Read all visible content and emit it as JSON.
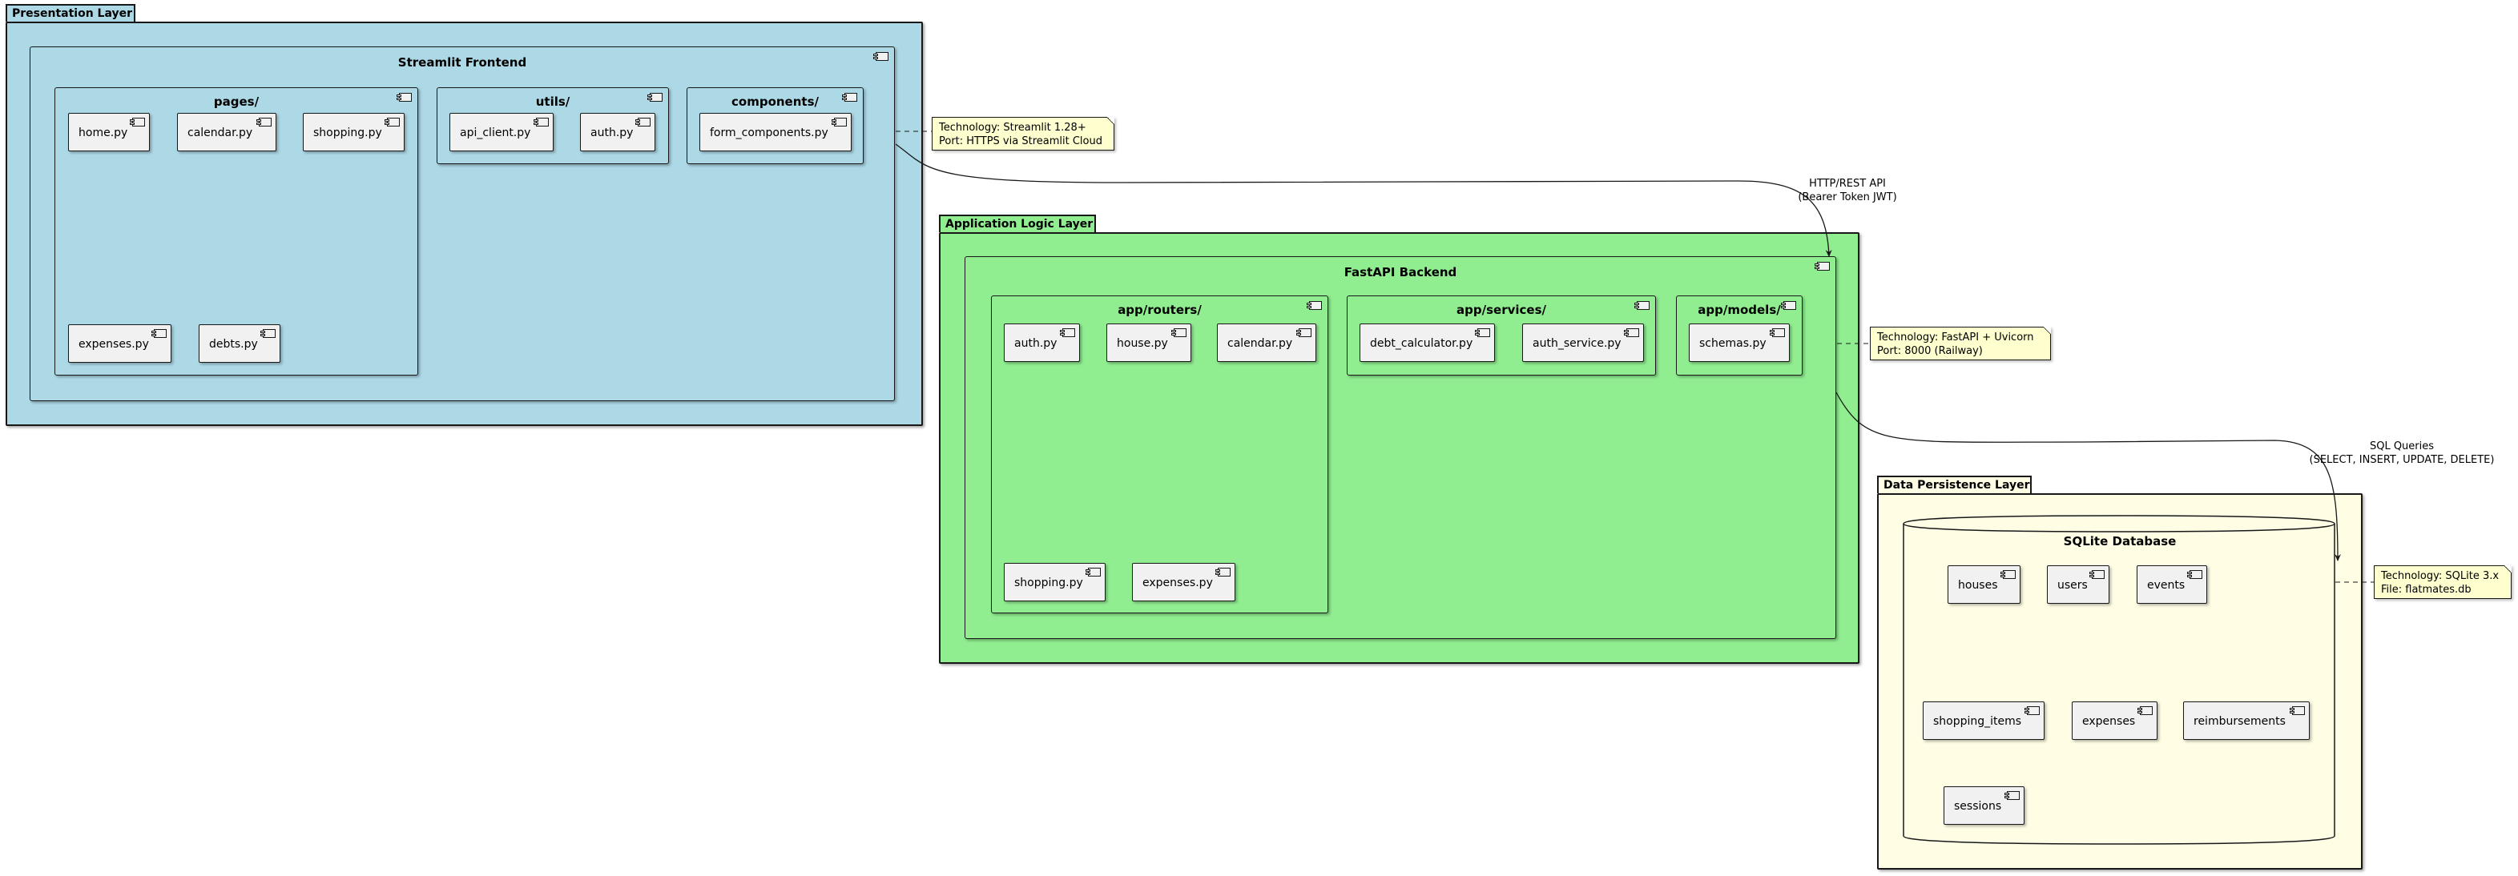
{
  "layers": {
    "presentation": {
      "title": "Presentation Layer"
    },
    "application": {
      "title": "Application Logic Layer"
    },
    "data": {
      "title": "Data Persistence Layer"
    }
  },
  "frontend": {
    "title": "Streamlit Frontend",
    "pages": {
      "title": "pages/",
      "items": [
        "home.py",
        "calendar.py",
        "shopping.py",
        "expenses.py",
        "debts.py"
      ]
    },
    "utils": {
      "title": "utils/",
      "items": [
        "api_client.py",
        "auth.py"
      ]
    },
    "components": {
      "title": "components/",
      "items": [
        "form_components.py"
      ]
    },
    "note": [
      "Technology: Streamlit 1.28+",
      "Port: HTTPS via Streamlit Cloud"
    ]
  },
  "backend": {
    "title": "FastAPI Backend",
    "routers": {
      "title": "app/routers/",
      "items": [
        "auth.py",
        "house.py",
        "calendar.py",
        "shopping.py",
        "expenses.py"
      ]
    },
    "services": {
      "title": "app/services/",
      "items": [
        "debt_calculator.py",
        "auth_service.py"
      ]
    },
    "models": {
      "title": "app/models/",
      "items": [
        "schemas.py"
      ]
    },
    "note": [
      "Technology: FastAPI + Uvicorn",
      "Port: 8000 (Railway)"
    ]
  },
  "database": {
    "title": "SQLite Database",
    "tables": [
      "houses",
      "users",
      "events",
      "shopping_items",
      "expenses",
      "reimbursements",
      "sessions"
    ],
    "note": [
      "Technology: SQLite 3.x",
      "File: flatmates.db"
    ]
  },
  "connections": {
    "api": [
      "HTTP/REST API",
      "(Bearer Token JWT)"
    ],
    "sql": [
      "SQL Queries",
      "(SELECT, INSERT, UPDATE, DELETE)"
    ]
  },
  "colors": {
    "presentation": "#add8e6",
    "application": "#90ee90",
    "data": "#fffde4",
    "component": "#f1f1f1",
    "note": "#fefece",
    "stroke": "#181818"
  }
}
